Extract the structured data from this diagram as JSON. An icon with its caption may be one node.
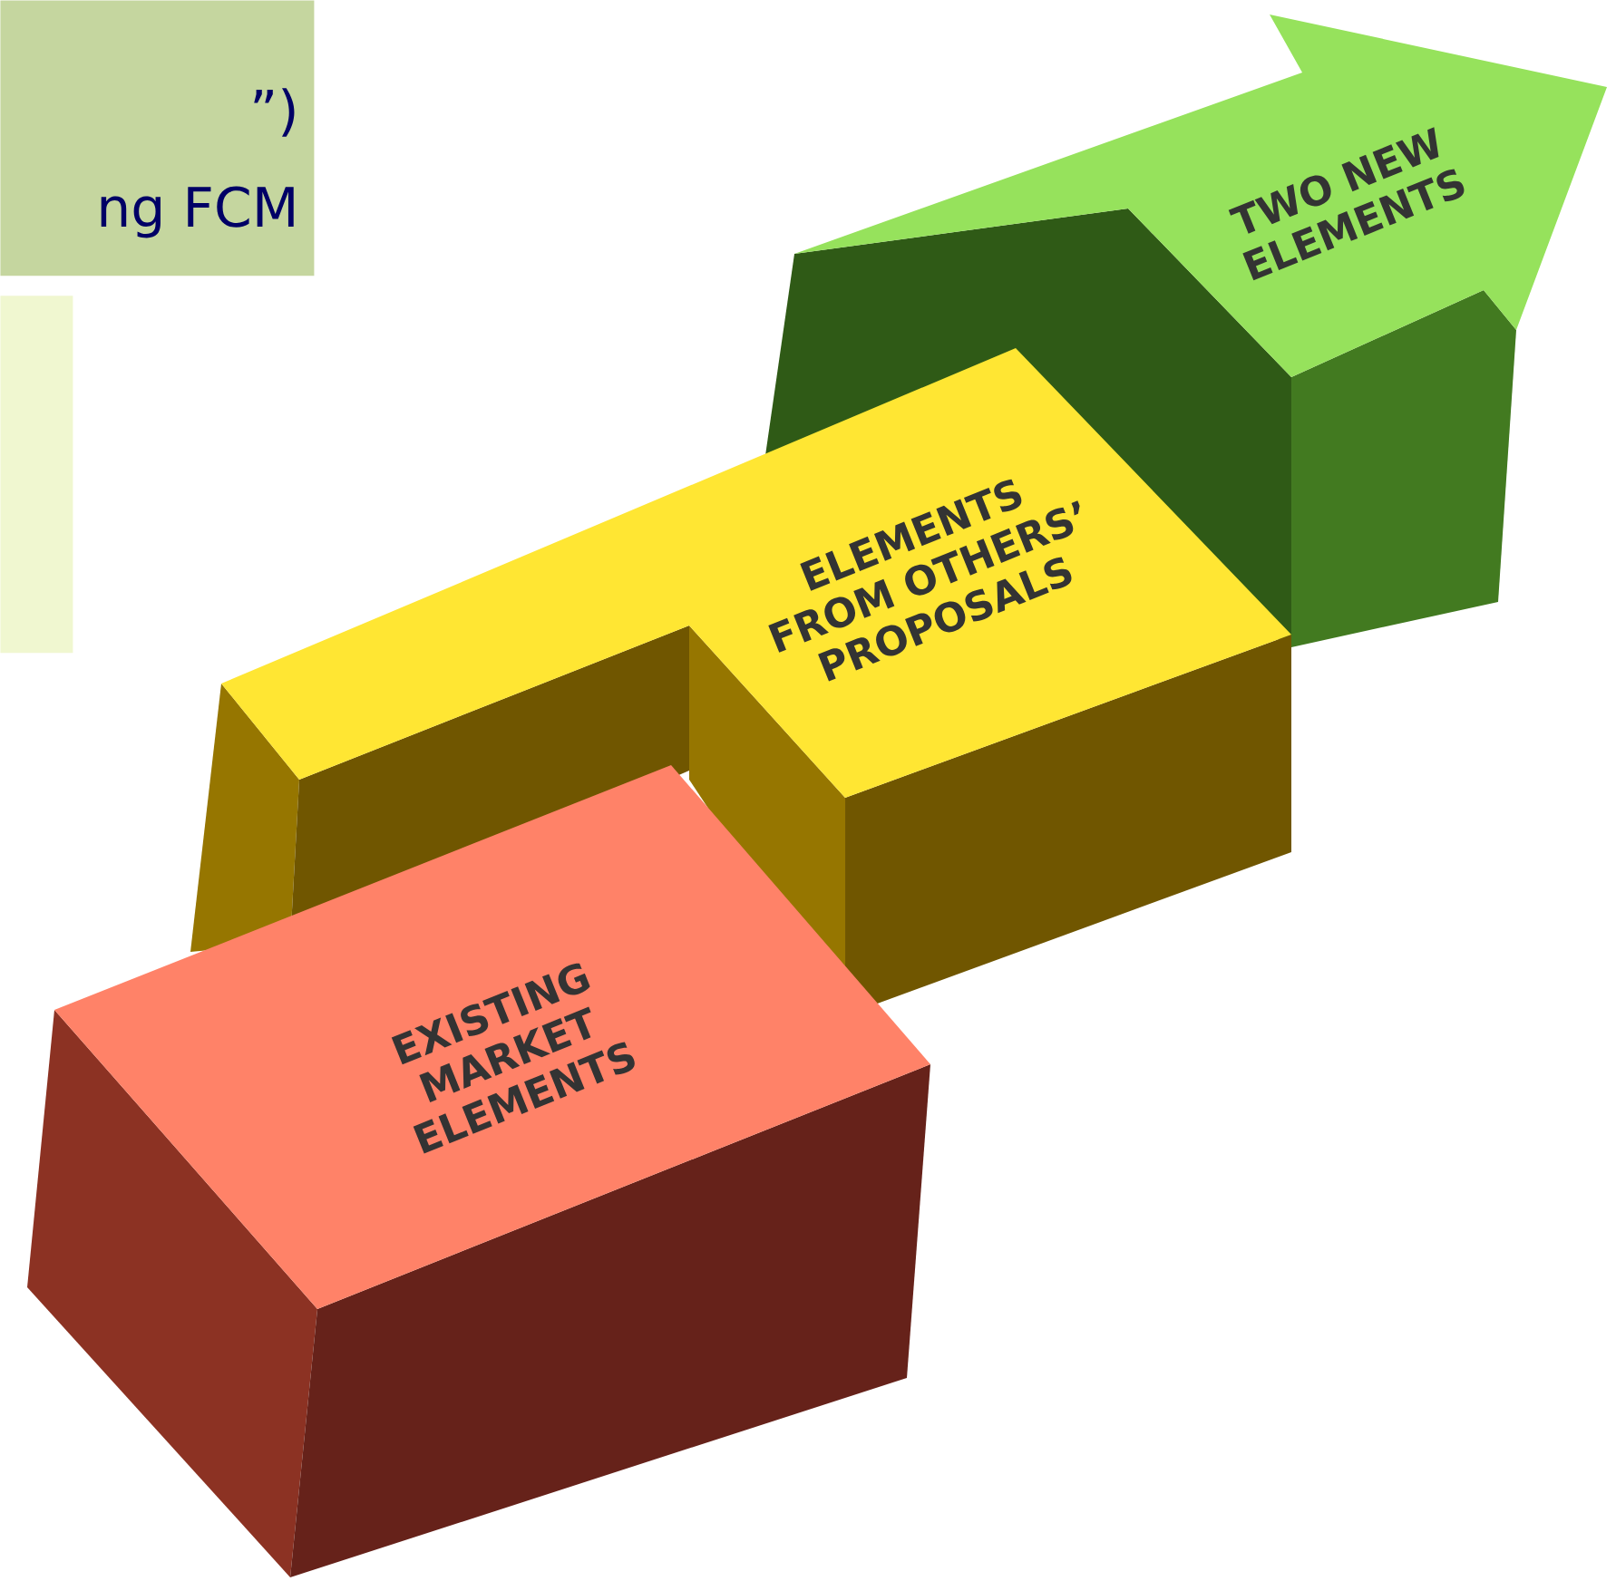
{
  "diagram": {
    "nodes": [
      {
        "text": [
          "”)",
          "ng FCM"
        ]
      },
      {
        "text": [],
        "shape": "box"
      },
      {
        "text": [
          "TWO NEW ELEMENTS"
        ]
      },
      {
        "text": [
          "ELEMENTS FROM OTHERS’ PROPOSALS"
        ]
      },
      {
        "text": [
          "EXISTING MARKET ELEMENTS"
        ]
      }
    ]
  }
}
